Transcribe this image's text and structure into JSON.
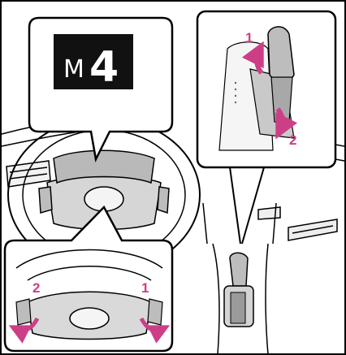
{
  "gear_display": {
    "mode_letter": "M",
    "gear_number": "4"
  },
  "shift_lever_callout": {
    "upshift_label": "1",
    "downshift_label": "2"
  },
  "paddle_callout": {
    "left_paddle_label": "2",
    "right_paddle_label": "1"
  },
  "colors": {
    "accent_arrow": "#cc3f86",
    "line": "#000000",
    "shade": "#b9b9b9",
    "display_bg": "#111111"
  }
}
